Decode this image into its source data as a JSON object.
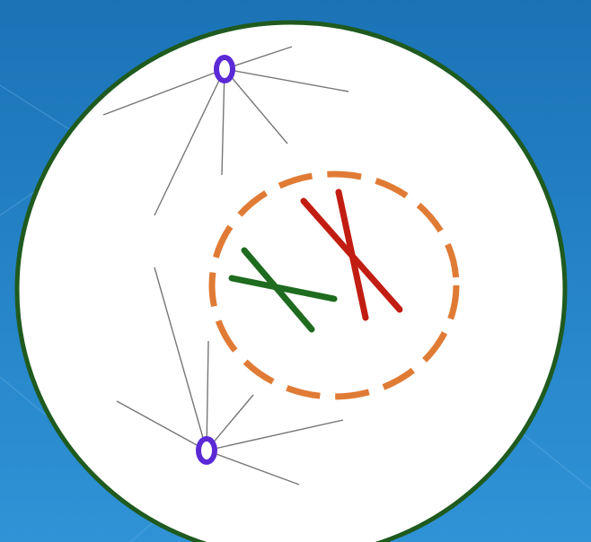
{
  "diagram": {
    "labels": [],
    "colors": {
      "background_top": "#1b73b6",
      "background_bottom": "#2f93d6",
      "background_pattern": "#5aa9e0",
      "cell_fill": "#ffffff",
      "cell_membrane": "#1f5a1f",
      "nuclear_envelope": "#e07b35",
      "centrosome": "#5b2ad6",
      "spindle_fiber": "#777777",
      "chromosome_green": "#1f6b1f",
      "chromosome_red": "#c21d12"
    },
    "elements": [
      "cell-membrane",
      "nuclear-envelope",
      "centrosome-top",
      "centrosome-bottom",
      "spindle-fibers",
      "green-chromosome",
      "red-chromosome"
    ]
  }
}
